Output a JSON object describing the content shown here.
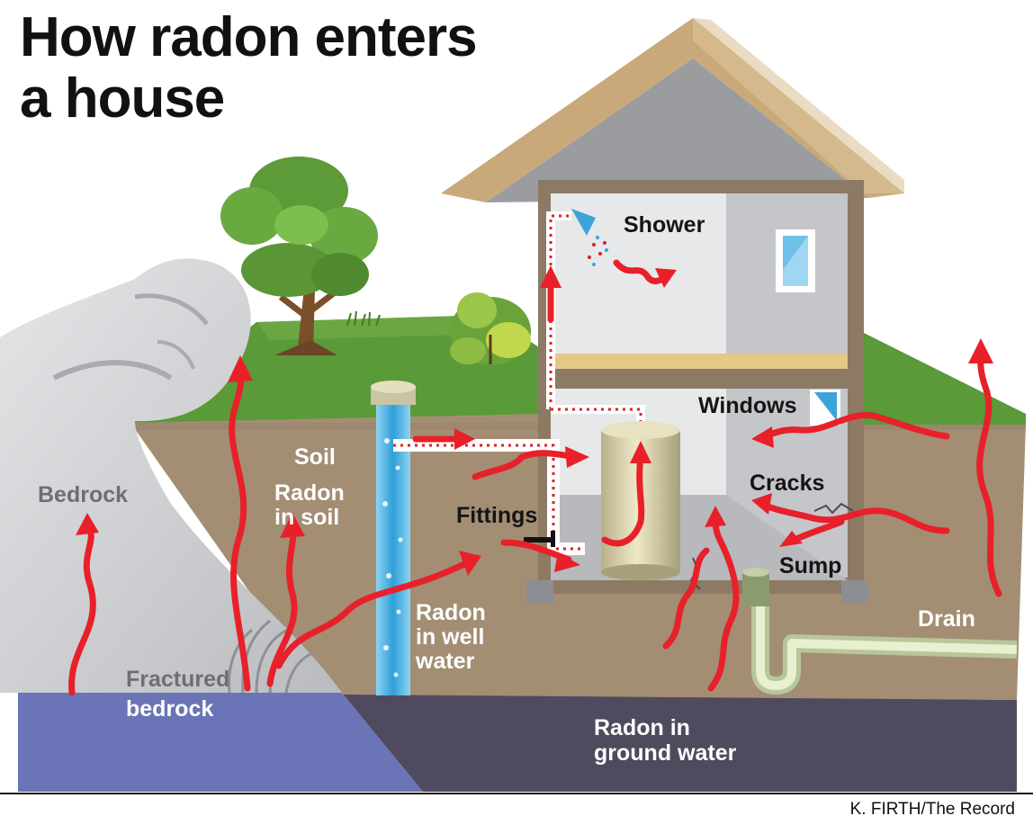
{
  "title": {
    "line1": "How radon enters",
    "line2": "a house"
  },
  "labels": {
    "bedrock": "Bedrock",
    "soil": "Soil",
    "radon_in_soil_line1": "Radon",
    "radon_in_soil_line2": "in soil",
    "fractured_line1": "Fractured",
    "fractured_line2": "bedrock",
    "well_water_line1": "Radon",
    "well_water_line2": "in well",
    "well_water_line3": "water",
    "fittings": "Fittings",
    "shower": "Shower",
    "windows": "Windows",
    "cracks": "Cracks",
    "sump": "Sump",
    "drain": "Drain",
    "ground_water_line1": "Radon in",
    "ground_water_line2": "ground water"
  },
  "credit": "K. FIRTH/The Record",
  "colors": {
    "radon_arrow": "#e8202a",
    "soil": "#a08c72",
    "ground_water": "#5b6aa8",
    "grass": "#5c9c3a",
    "roof": "#c9a97a",
    "wall": "#c7c9cc",
    "well_water": "#3aa7dc"
  }
}
